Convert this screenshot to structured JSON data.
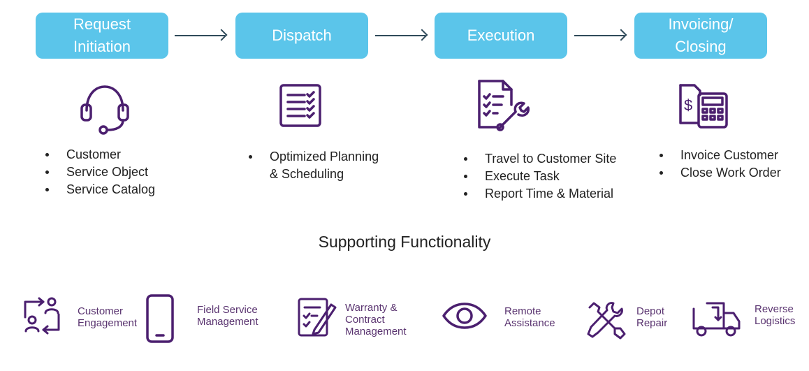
{
  "stages": [
    {
      "label": "Request\nInitiation",
      "icon": "headset-icon",
      "bullets": [
        "Customer",
        "Service Object",
        "Service Catalog"
      ]
    },
    {
      "label": "Dispatch",
      "icon": "checklist-icon",
      "bullets": [
        "Optimized Planning\n& Scheduling"
      ]
    },
    {
      "label": "Execution",
      "icon": "clipboard-wrench-icon",
      "bullets": [
        "Travel to Customer Site",
        "Execute Task",
        "Report Time & Material"
      ]
    },
    {
      "label": "Invoicing/\nClosing",
      "icon": "invoice-calculator-icon",
      "bullets": [
        "Invoice Customer",
        "Close Work Order"
      ]
    }
  ],
  "supporting": {
    "title": "Supporting Functionality",
    "items": [
      {
        "label": "Customer\nEngagement",
        "icon": "customer-engagement-icon"
      },
      {
        "label": "Field Service\nManagement",
        "icon": "mobile-phone-icon"
      },
      {
        "label": "Warranty &\nContract\nManagement",
        "icon": "document-pen-icon"
      },
      {
        "label": "Remote\nAssistance",
        "icon": "eye-icon"
      },
      {
        "label": "Depot\nRepair",
        "icon": "tools-icon"
      },
      {
        "label": "Reverse\nLogistics",
        "icon": "truck-icon"
      }
    ]
  },
  "colors": {
    "stage_fill": "#5bc5ea",
    "stage_text": "#ffffff",
    "icon_purple": "#4b1f6f",
    "arrow": "#2f4a5a"
  }
}
